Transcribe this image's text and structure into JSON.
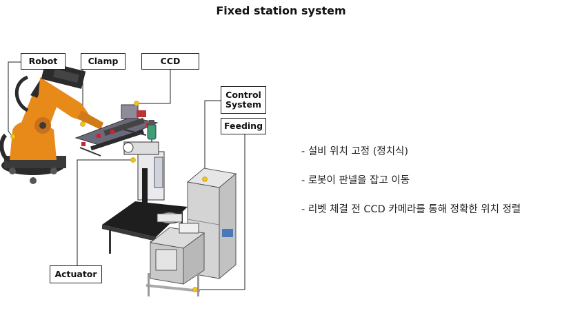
{
  "title": "Fixed station system",
  "labels": {
    "robot": "Robot",
    "clamp": "Clamp",
    "ccd": "CCD",
    "control_system": "Control\nSystem",
    "feeding": "Feeding",
    "actuator": "Actuator"
  },
  "bullets": [
    "- 설비 위치 고정 (정치식)",
    "- 로봇이 판넬을 잡고 이동",
    "- 리벳 체결 전 CCD 카메라를 통해 정확한 위치 정렬"
  ],
  "colors": {
    "robot_orange": "#E88A1A",
    "robot_dark": "#2b2b2b",
    "callout_dot": "#F2C318",
    "cabinet_gray": "#d9d9d9",
    "table_dark": "#1e1e1e"
  }
}
